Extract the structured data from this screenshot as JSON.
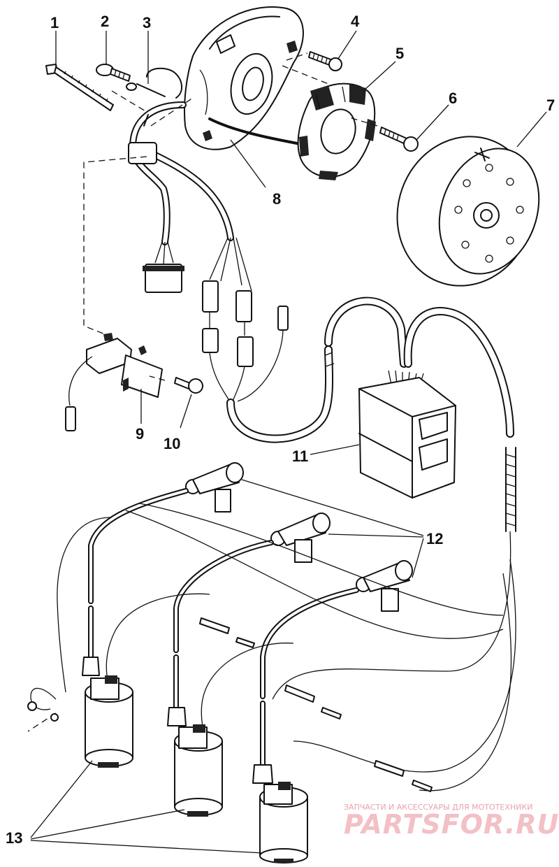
{
  "diagram": {
    "callouts": {
      "n1": "1",
      "n2": "2",
      "n3": "3",
      "n4": "4",
      "n5": "5",
      "n6": "6",
      "n7": "7",
      "n8": "8",
      "n9": "9",
      "n10": "10",
      "n11": "11",
      "n12": "12",
      "n13": "13"
    }
  },
  "watermark": {
    "tagline": "ЗАПЧАСТИ И АКСЕССУАРЫ ДЛЯ МОТОТЕХНИКИ",
    "logo": "PARTSFOR.RU"
  },
  "colors": {
    "ink": "#111111",
    "watermark": "#e8a3aa"
  }
}
